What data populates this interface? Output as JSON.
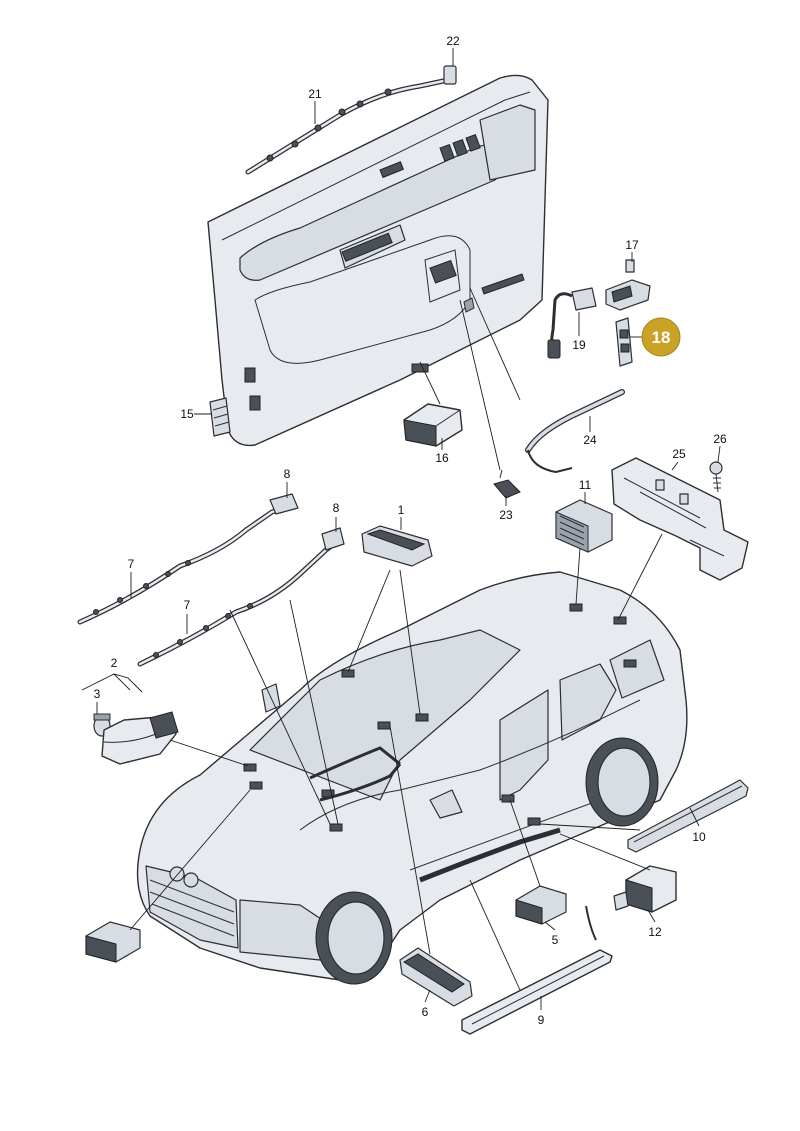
{
  "diagram": {
    "callouts": [
      {
        "id": "1",
        "label": "1"
      },
      {
        "id": "2",
        "label": "2"
      },
      {
        "id": "3",
        "label": "3"
      },
      {
        "id": "5",
        "label": "5"
      },
      {
        "id": "6",
        "label": "6"
      },
      {
        "id": "7a",
        "label": "7"
      },
      {
        "id": "7b",
        "label": "7"
      },
      {
        "id": "8a",
        "label": "8"
      },
      {
        "id": "8b",
        "label": "8"
      },
      {
        "id": "9",
        "label": "9"
      },
      {
        "id": "10",
        "label": "10"
      },
      {
        "id": "11",
        "label": "11"
      },
      {
        "id": "12",
        "label": "12"
      },
      {
        "id": "15",
        "label": "15"
      },
      {
        "id": "16",
        "label": "16"
      },
      {
        "id": "17",
        "label": "17"
      },
      {
        "id": "19",
        "label": "19"
      },
      {
        "id": "21",
        "label": "21"
      },
      {
        "id": "22",
        "label": "22"
      },
      {
        "id": "23",
        "label": "23"
      },
      {
        "id": "24",
        "label": "24"
      },
      {
        "id": "25",
        "label": "25"
      },
      {
        "id": "26",
        "label": "26"
      }
    ],
    "highlight": {
      "label": "18",
      "color": "#c9a227"
    }
  }
}
